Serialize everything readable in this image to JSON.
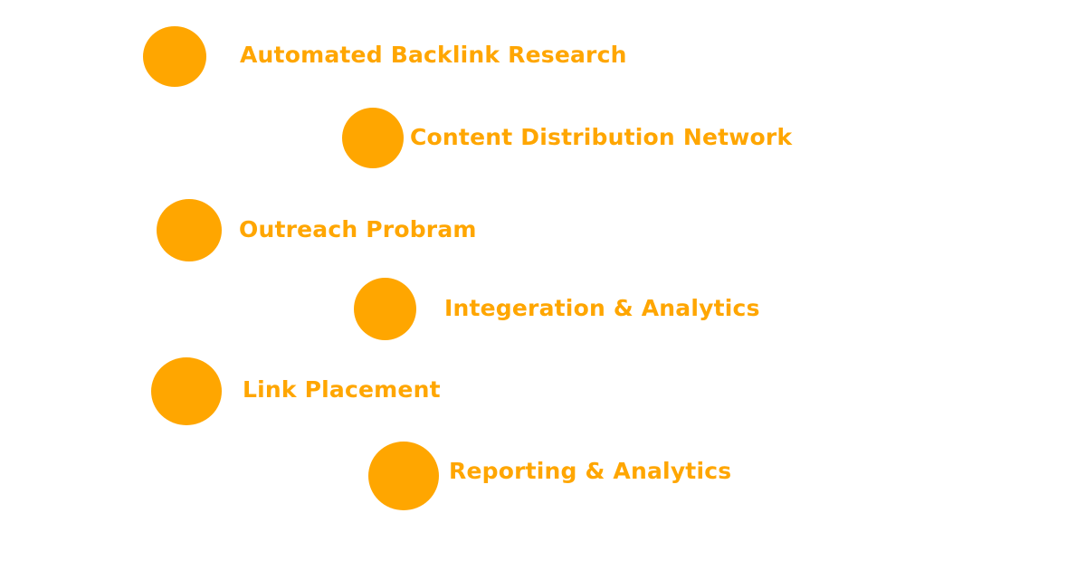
{
  "accent_color": "#FFA600",
  "background_color": "#FFFFFF",
  "steps": [
    {
      "label": "Automated Backlink Research",
      "icon": "circle-bullet"
    },
    {
      "label": "Content Distribution Network",
      "icon": "circle-bullet"
    },
    {
      "label": "Outreach Probram",
      "icon": "circle-bullet"
    },
    {
      "label": "Integeration & Analytics",
      "icon": "circle-bullet"
    },
    {
      "label": "Link Placement",
      "icon": "circle-bullet"
    },
    {
      "label": "Reporting & Analytics",
      "icon": "circle-bullet"
    }
  ]
}
